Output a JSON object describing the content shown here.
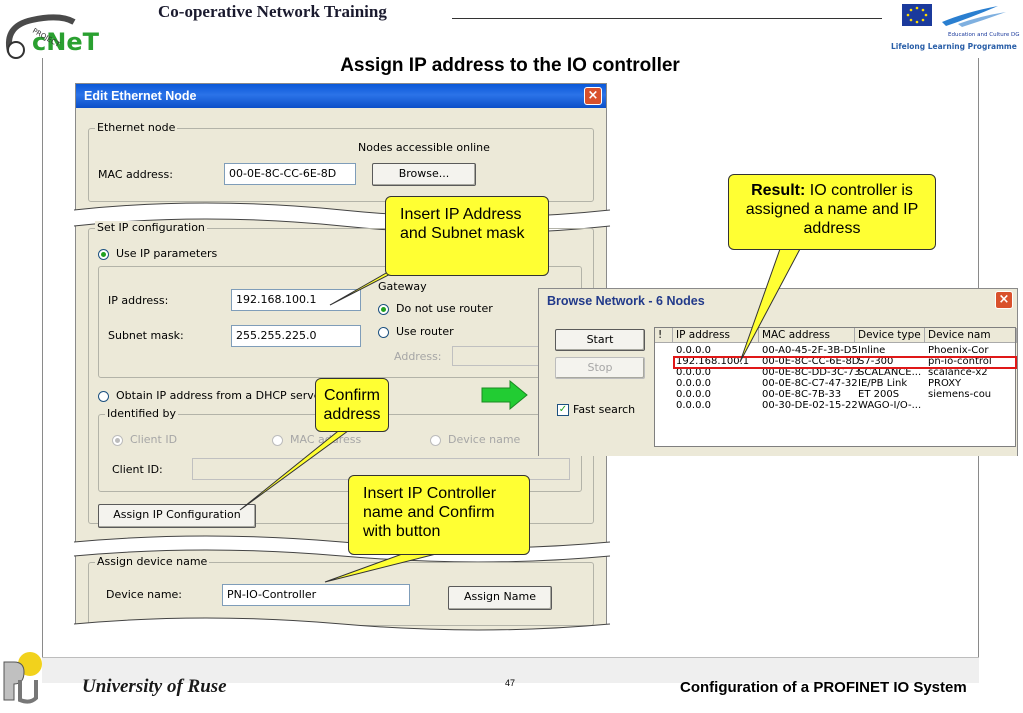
{
  "header": {
    "logo_text": "PROJECT",
    "logo_word": "cNeT",
    "title": "Co-operative Network Training",
    "eu_caption": "Education and Culture DG",
    "llp_caption": "Lifelong Learning Programme"
  },
  "slide_title": "Assign IP address to the IO controller",
  "edit_dialog": {
    "title": "Edit Ethernet Node",
    "close": "×",
    "ethernet_node": {
      "label": "Ethernet node",
      "nodes_online": "Nodes accessible online",
      "mac_label": "MAC address:",
      "mac_value": "00-0E-8C-CC-6E-8D",
      "browse_button": "Browse..."
    },
    "ip_config": {
      "label": "Set IP configuration",
      "use_ip_params": "Use IP parameters",
      "ip_label": "IP address:",
      "ip_value": "192.168.100.1",
      "subnet_label": "Subnet mask:",
      "subnet_value": "255.255.225.0",
      "gateway_label": "Gateway",
      "no_router": "Do not use router",
      "use_router": "Use router",
      "address_label": "Address:",
      "dhcp": "Obtain IP address from a DHCP server",
      "identified_by": "Identified by",
      "client_id_radio": "Client ID",
      "mac_address_radio": "MAC address",
      "device_name_radio": "Device name",
      "client_id_label": "Client ID:",
      "assign_ip_button": "Assign IP Configuration"
    },
    "device_name": {
      "label": "Assign device name",
      "name_label": "Device name:",
      "name_value": "PN-IO-Controller",
      "assign_button": "Assign Name"
    }
  },
  "browse_dialog": {
    "title": "Browse Network - 6 Nodes",
    "close": "×",
    "start_button": "Start",
    "stop_button": "Stop",
    "fast_search": "Fast search",
    "columns": [
      "!",
      "IP address",
      "MAC address",
      "Device type",
      "Device nam"
    ],
    "rows": [
      {
        "ip": "0.0.0.0",
        "mac": "00-A0-45-2F-3B-D5",
        "type": "Inline",
        "name": "Phoenix-Cor"
      },
      {
        "ip": "192.168.100.1",
        "mac": "00-0E-8C-CC-6E-8D",
        "type": "S7-300",
        "name": "pn-io-control"
      },
      {
        "ip": "0.0.0.0",
        "mac": "00-0E-8C-DD-3C-73",
        "type": "SCALANCE...",
        "name": "scalance-x2"
      },
      {
        "ip": "0.0.0.0",
        "mac": "00-0E-8C-C7-47-32",
        "type": "IE/PB Link",
        "name": "PROXY"
      },
      {
        "ip": "0.0.0.0",
        "mac": "00-0E-8C-7B-33",
        "type": "ET 200S",
        "name": "siemens-cou"
      },
      {
        "ip": "0.0.0.0",
        "mac": "00-30-DE-02-15-22",
        "type": "WAGO-I/O-...",
        "name": ""
      }
    ]
  },
  "callouts": {
    "insert_ip": "Insert IP Address and Subnet mask",
    "confirm": "Confirm address",
    "insert_name": "Insert IP Controller name and Confirm with button",
    "result_bold": "Result:",
    "result_rest": " IO controller is assigned a name and IP address"
  },
  "footer": {
    "university": "University of Ruse",
    "page": "47",
    "subtitle": "Configuration of a PROFINET IO System"
  },
  "colors": {
    "callout": "#ffff33",
    "titlebar": "#0a58d8",
    "highlight": "#e01818",
    "arrow": "#22cc33"
  }
}
